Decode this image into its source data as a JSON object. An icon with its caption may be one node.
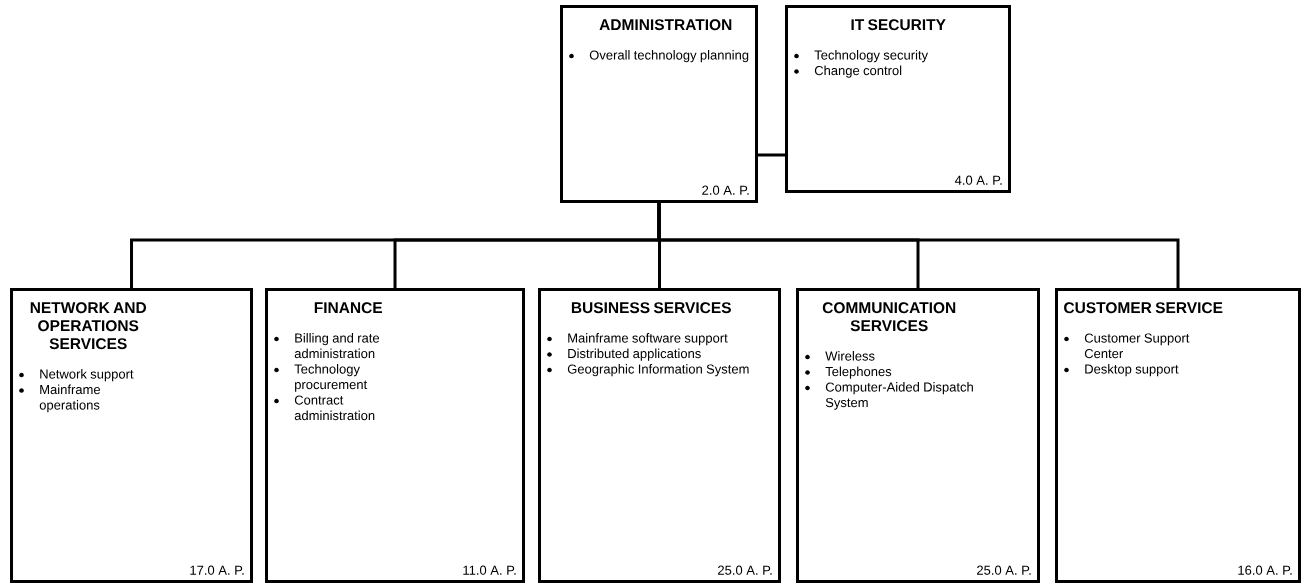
{
  "diagram": {
    "nodes": [
      {
        "text": [
          "ADMINISTRATION",
          "Overall technology planning",
          "2.0 A. P."
        ]
      },
      {
        "text": [
          "IT SECURITY",
          "Technology security",
          "Change control",
          "4.0 A. P."
        ]
      },
      {
        "text": [
          "NETWORK AND OPERATIONS SERVICES",
          "Network support",
          "Mainframe operations",
          "17.0 A. P."
        ]
      },
      {
        "text": [
          "FINANCE",
          "Billing and rate administration",
          "Technology procurement",
          "Contract administration",
          "11.0 A. P."
        ]
      },
      {
        "text": [
          "BUSINESS SERVICES",
          "Mainframe software support",
          "Distributed applications",
          "Geographic Information System",
          "25.0 A. P."
        ]
      },
      {
        "text": [
          "COMMUNICATION SERVICES",
          "Wireless",
          "Telephones",
          "Computer-Aided Dispatch System",
          "25.0 A. P."
        ]
      },
      {
        "text": [
          "CUSTOMER SERVICE",
          "Customer Support Center",
          "Desktop support",
          "16.0 A. P."
        ]
      }
    ],
    "edges": [
      {
        "from": 0,
        "to": 1,
        "arrow": "none"
      },
      {
        "from": 0,
        "to": 2,
        "arrow": "none"
      },
      {
        "from": 0,
        "to": 3,
        "arrow": "none"
      },
      {
        "from": 0,
        "to": 4,
        "arrow": "none"
      },
      {
        "from": 0,
        "to": 5,
        "arrow": "none"
      },
      {
        "from": 0,
        "to": 6,
        "arrow": "none"
      }
    ]
  }
}
